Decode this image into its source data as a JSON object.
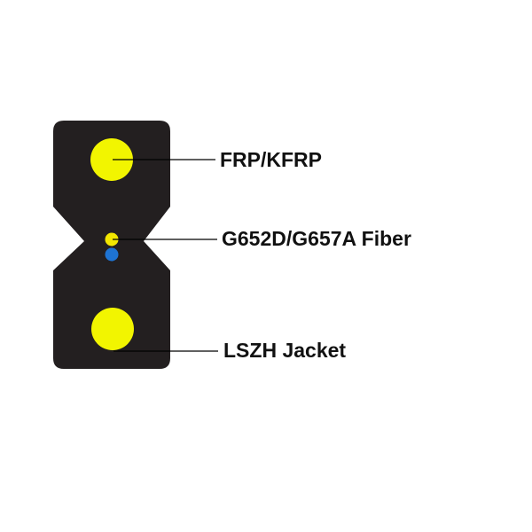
{
  "labels": {
    "strength_member": "FRP/KFRP",
    "fiber": "G652D/G657A Fiber",
    "jacket": "LSZH Jacket"
  },
  "colors": {
    "jacket": "#231f20",
    "strength_member": "#f2f500",
    "fiber_1": "#f2e600",
    "fiber_2": "#1e73d2",
    "leader_line": "#000000",
    "background": "#ffffff"
  },
  "icons": {
    "jacket": "cable-cross-section-jacket",
    "strength_member": "yellow-rod-circle",
    "fiber": "fiber-core-dot"
  }
}
